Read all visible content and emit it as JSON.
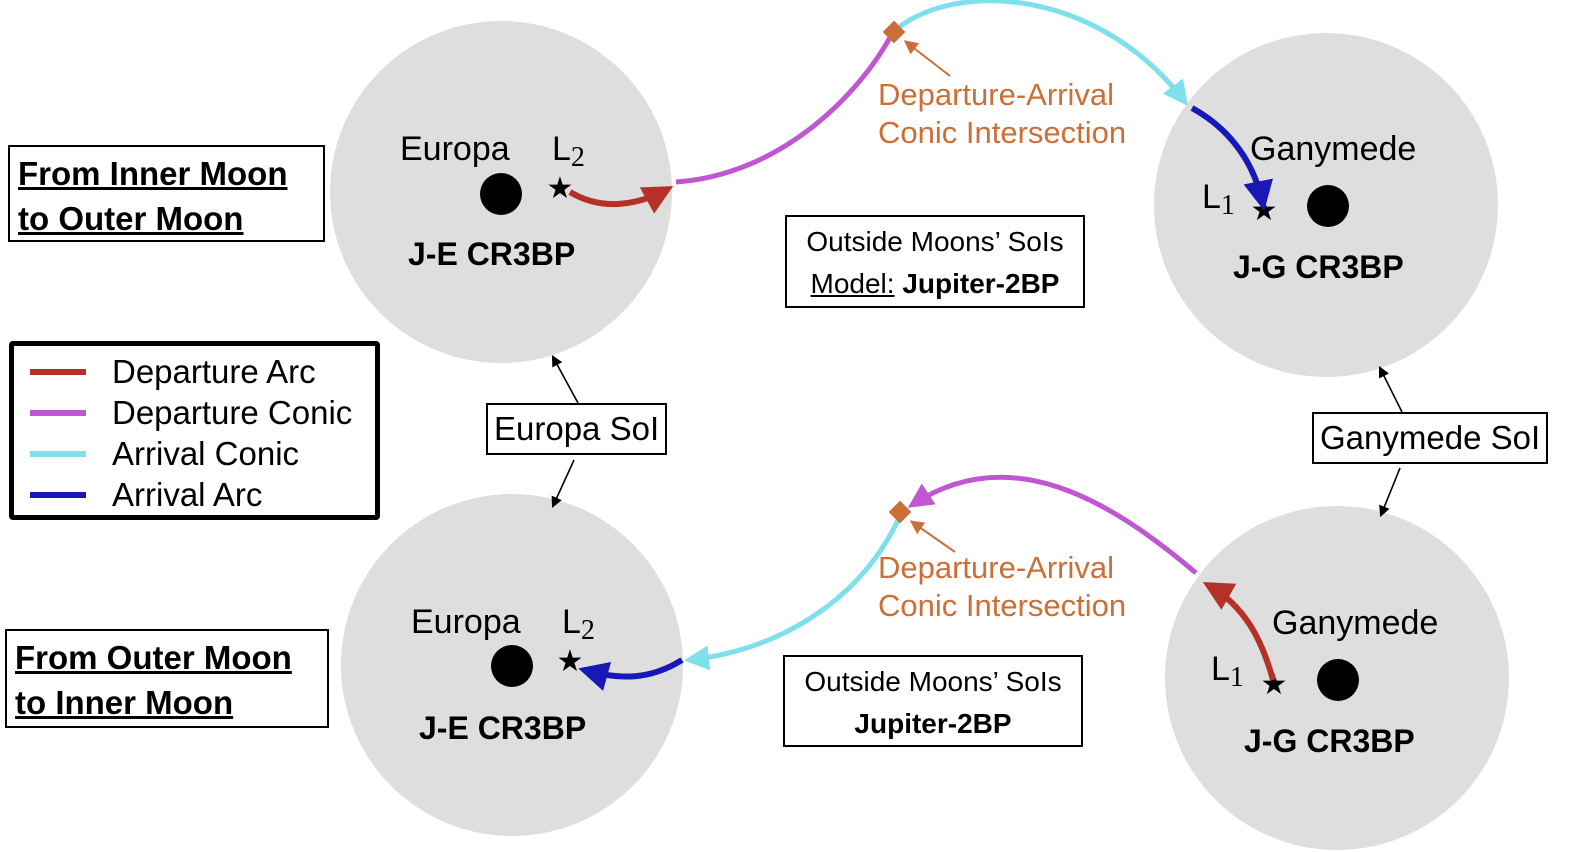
{
  "diagram": {
    "colors": {
      "departure_arc": "#b53127",
      "departure_conic": "#c056d2",
      "arrival_conic": "#7ee0ea",
      "arrival_arc": "#1818b6",
      "intersection": "#cc6f37",
      "soi_fill": "#dedede"
    },
    "top_panel": {
      "title": [
        "From Inner Moon",
        "to Outer Moon"
      ],
      "left_system": {
        "moon": "Europa",
        "lagrange_point": "L",
        "lagrange_sub": "2",
        "model": "J-E CR3BP"
      },
      "right_system": {
        "moon": "Ganymede",
        "lagrange_point": "L",
        "lagrange_sub": "1",
        "model": "J-G CR3BP"
      },
      "intersection_label": [
        "Departure-Arrival",
        "Conic Intersection"
      ],
      "outside_box": {
        "line1": "Outside Moons’ SoIs",
        "model_prefix": "Model:",
        "model": "Jupiter-2BP"
      }
    },
    "bottom_panel": {
      "title": [
        "From Outer Moon",
        "to Inner Moon"
      ],
      "left_system": {
        "moon": "Europa",
        "lagrange_point": "L",
        "lagrange_sub": "2",
        "model": "J-E CR3BP"
      },
      "right_system": {
        "moon": "Ganymede",
        "lagrange_point": "L",
        "lagrange_sub": "1",
        "model": "J-G CR3BP"
      },
      "intersection_label": [
        "Departure-Arrival",
        "Conic Intersection"
      ],
      "outside_box": {
        "line1": "Outside Moons’ SoIs",
        "model": "Jupiter-2BP"
      }
    },
    "soi_labels": {
      "europa": "Europa SoI",
      "ganymede": "Ganymede SoI"
    },
    "legend": [
      {
        "label": "Departure Arc",
        "color": "#b53127"
      },
      {
        "label": "Departure Conic",
        "color": "#c056d2"
      },
      {
        "label": "Arrival Conic",
        "color": "#7ee0ea"
      },
      {
        "label": "Arrival Arc",
        "color": "#1818b6"
      }
    ]
  }
}
